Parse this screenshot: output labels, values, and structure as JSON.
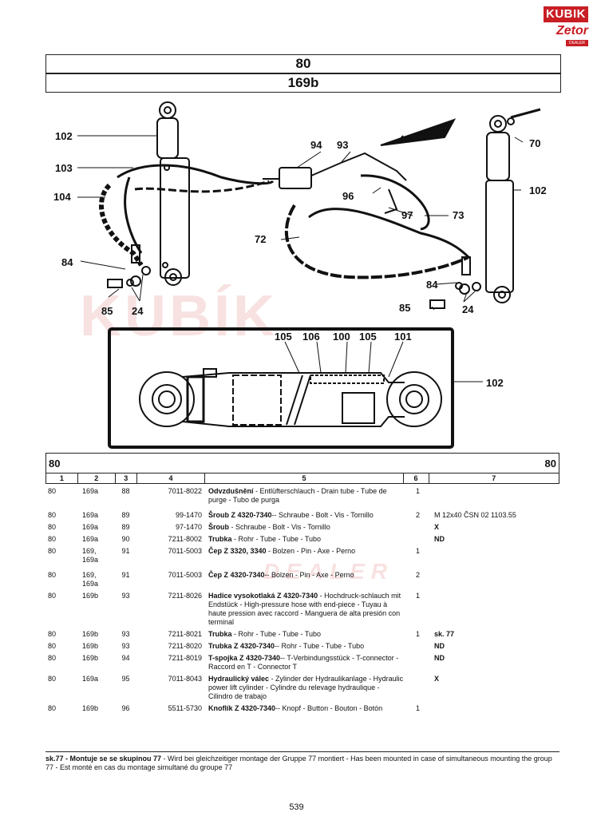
{
  "logo": {
    "line1": "KUBIK",
    "line2": "Zetor",
    "line3": "DEALER"
  },
  "header": {
    "group": "80",
    "figure": "169b"
  },
  "callouts": {
    "c102a": "102",
    "c103": "103",
    "c104": "104",
    "c84a": "84",
    "c85a": "85",
    "c24a": "24",
    "c94": "94",
    "c93": "93",
    "c96": "96",
    "c97": "97",
    "c73": "73",
    "c72": "72",
    "c70": "70",
    "c102b": "102",
    "c84b": "84",
    "c85b": "85",
    "c24b": "24",
    "c105a": "105",
    "c106": "106",
    "c100": "100",
    "c105b": "105",
    "c101": "101",
    "c102c": "102"
  },
  "watermark": {
    "text": "KUBÍK",
    "dealer": "DEALER"
  },
  "table": {
    "group_left": "80",
    "group_right": "80",
    "columns": [
      "1",
      "2",
      "3",
      "4",
      "5",
      "6",
      "7"
    ],
    "rows": [
      {
        "c1": "80",
        "c2": "169a",
        "c3": "88",
        "c4": "7011-8022",
        "c5_bold": "Odvzdušnění",
        "c5": " - Entlüfterschlauch - Drain tube - Tube de purge - Tubo de purga",
        "c6": "1",
        "c7": "",
        "c7_bold": false
      },
      {
        "c1": "80",
        "c2": "169a",
        "c3": "89",
        "c4": "99-1470",
        "c5_bold": "Šroub Z 4320-7340",
        "c5": "-- Schraube - Bolt - Vis - Tornillo",
        "c6": "2",
        "c7": "M 12x40 ČSN 02 1103.55",
        "c7_bold": false
      },
      {
        "c1": "80",
        "c2": "169a",
        "c3": "89",
        "c4": "97-1470",
        "c5_bold": "Šroub",
        "c5": " - Schraube - Bolt - Vis - Tornillo",
        "c6": "",
        "c7": "X",
        "c7_bold": true
      },
      {
        "c1": "80",
        "c2": "169a",
        "c3": "90",
        "c4": "7211-8002",
        "c5_bold": "Trubka",
        "c5": " - Rohr - Tube - Tube - Tubo",
        "c6": "",
        "c7": "ND",
        "c7_bold": true
      },
      {
        "c1": "80",
        "c2": "169,\n169a",
        "c3": "91",
        "c4": "7011-5003",
        "c5_bold": "Čep Z 3320, 3340",
        "c5": " - Bolzen - Pin - Axe - Perno",
        "c6": "1",
        "c7": "",
        "c7_bold": false
      },
      {
        "c1": "80",
        "c2": "169,\n169a",
        "c3": "91",
        "c4": "7011-5003",
        "c5_bold": "Čep Z 4320-7340",
        "c5": "-- Bolzen - Pin - Axe - Perno",
        "c6": "2",
        "c7": "",
        "c7_bold": false
      },
      {
        "c1": "80",
        "c2": "169b",
        "c3": "93",
        "c4": "7211-8026",
        "c5_bold": "Hadice vysokotlaká Z 4320-7340",
        "c5": " - Hochdruck-schlauch mit Endstück - High-pressure hose with end-piece - Tuyau à haute pression avec raccord - Manguera de alta presión con terminal",
        "c6": "1",
        "c7": "",
        "c7_bold": false
      },
      {
        "c1": "80",
        "c2": "169b",
        "c3": "93",
        "c4": "7211-8021",
        "c5_bold": "Trubka",
        "c5": " - Rohr - Tube - Tube - Tubo",
        "c6": "1",
        "c7": "sk. 77",
        "c7_bold": true
      },
      {
        "c1": "80",
        "c2": "169b",
        "c3": "93",
        "c4": "7211-8020",
        "c5_bold": "Trubka Z 4320-7340",
        "c5": "-- Rohr - Tube - Tube - Tubo",
        "c6": "",
        "c7": "ND",
        "c7_bold": true
      },
      {
        "c1": "80",
        "c2": "169b",
        "c3": "94",
        "c4": "7211-8019",
        "c5_bold": "T-spojka Z 4320-7340",
        "c5": "-- T-Verbindungsstück - T-connector - Raccord en T - Connector T",
        "c6": "",
        "c7": "ND",
        "c7_bold": true
      },
      {
        "c1": "80",
        "c2": "169a",
        "c3": "95",
        "c4": "7011-8043",
        "c5_bold": "Hydraulický válec",
        "c5": " - Zylinder der Hydraulikanlage - Hydraulic power lift cylinder - Cylindre du relevage hydraulique - Cilindro de trabajo",
        "c6": "",
        "c7": "X",
        "c7_bold": true
      },
      {
        "c1": "80",
        "c2": "169b",
        "c3": "96",
        "c4": "5511-5730",
        "c5_bold": "Knoflík Z 4320-7340",
        "c5": "-- Knopf - Button - Bouton - Botón",
        "c6": "1",
        "c7": "",
        "c7_bold": false
      }
    ]
  },
  "footnote": {
    "bold": "sk.77 - Montuje se se skupinou 77",
    "text": " - Wird bei gleichzeitiger montage der Gruppe 77 montiert - Has been mounted in case of simultaneous mounting the group 77 - Est monté en cas du montage simultané du groupe 77"
  },
  "page_number": "539"
}
